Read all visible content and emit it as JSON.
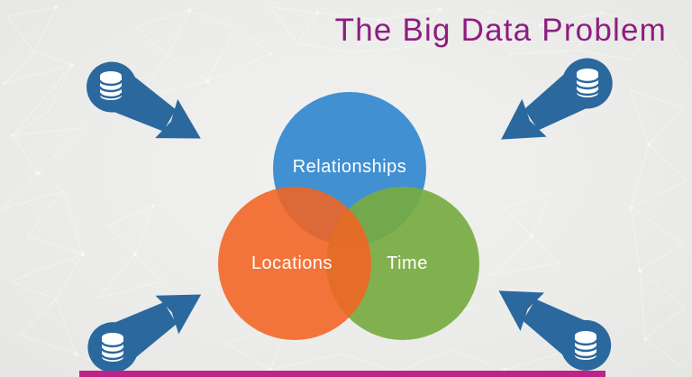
{
  "slide": {
    "title": "The Big Data Problem",
    "title_color": "#8e1d80"
  },
  "venn": {
    "label_color": "#ffffff",
    "circles": [
      {
        "id": "relationships",
        "label": "Relationships",
        "color": "#4190d2",
        "position": "top"
      },
      {
        "id": "locations",
        "label": "Locations",
        "color": "#f26322",
        "position": "bottom-left"
      },
      {
        "id": "time",
        "label": "Time",
        "color": "#77ab41",
        "position": "bottom-right"
      }
    ]
  },
  "arrows": {
    "color": "#2b689e",
    "icon": "database-icon",
    "count": 4,
    "positions": [
      "top-left",
      "top-right",
      "bottom-left",
      "bottom-right"
    ],
    "direction": "pointing inward toward venn diagram"
  },
  "background": {
    "base_color": "#ececea",
    "pattern": "plexus-network",
    "pattern_color": "#ffffff"
  },
  "footer": {
    "accent_bar_color": "#c02387"
  }
}
